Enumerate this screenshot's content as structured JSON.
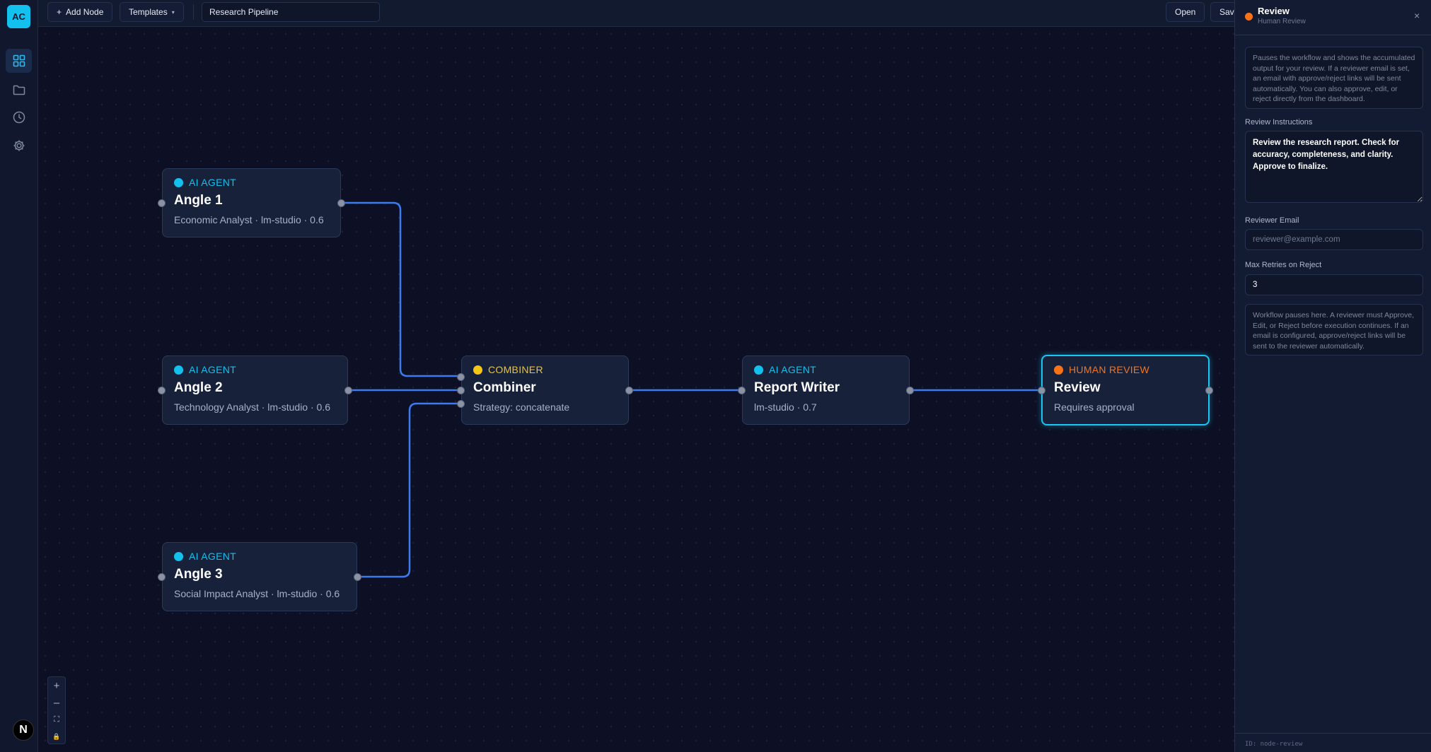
{
  "app": {
    "logo_text": "AC"
  },
  "sidebar": {
    "items": [
      {
        "name": "workflows",
        "icon": "grid-icon",
        "active": true
      },
      {
        "name": "files",
        "icon": "folder-icon",
        "active": false
      },
      {
        "name": "history",
        "icon": "clock-icon",
        "active": false
      },
      {
        "name": "settings",
        "icon": "gear-icon",
        "active": false
      }
    ],
    "bottom_badge": "N"
  },
  "toolbar": {
    "add_node_label": "Add Node",
    "templates_label": "Templates",
    "workflow_name": "Research Pipeline",
    "open_label": "Open",
    "save_label": "Sav"
  },
  "colors": {
    "agent": "#13c1ef",
    "combiner": "#f5c518",
    "human_review": "#f97316",
    "edge": "#3c7cf0",
    "selected_border": "#1bc6f2"
  },
  "nodes": [
    {
      "id": "angle1",
      "type": "AI AGENT",
      "title": "Angle 1",
      "subtitle": "Economic Analyst · lm-studio · 0.6"
    },
    {
      "id": "angle2",
      "type": "AI AGENT",
      "title": "Angle 2",
      "subtitle": "Technology Analyst · lm-studio · 0.6"
    },
    {
      "id": "angle3",
      "type": "AI AGENT",
      "title": "Angle 3",
      "subtitle": "Social Impact Analyst · lm-studio · 0.6"
    },
    {
      "id": "combiner",
      "type": "COMBINER",
      "title": "Combiner",
      "subtitle": "Strategy: concatenate"
    },
    {
      "id": "writer",
      "type": "AI AGENT",
      "title": "Report Writer",
      "subtitle": "lm-studio · 0.7"
    },
    {
      "id": "review",
      "type": "HUMAN REVIEW",
      "title": "Review",
      "subtitle": "Requires approval",
      "selected": true
    }
  ],
  "zoom_controls": {
    "zoom_in": "+",
    "zoom_out": "–",
    "fit": "⛶",
    "lock": "🔒"
  },
  "panel": {
    "title": "Review",
    "subtitle": "Human Review",
    "close": "×",
    "description": "Pauses the workflow and shows the accumulated output for your review. If a reviewer email is set, an email with approve/reject links will be sent automatically. You can also approve, edit, or reject directly from the dashboard.",
    "instructions_label": "Review Instructions",
    "instructions_value": "Review the research report. Check for accuracy, completeness, and clarity. Approve to finalize.",
    "email_label": "Reviewer Email",
    "email_placeholder": "reviewer@example.com",
    "retries_label": "Max Retries on Reject",
    "retries_value": "3",
    "note": "Workflow pauses here. A reviewer must Approve, Edit, or Reject before execution continues. If an email is configured, approve/reject links will be sent to the reviewer automatically.",
    "node_id": "ID: node-review"
  }
}
